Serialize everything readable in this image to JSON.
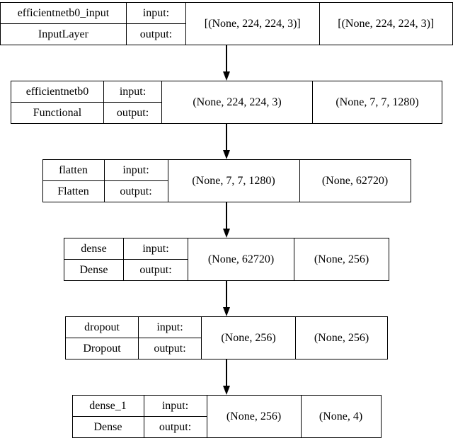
{
  "diagram": {
    "io_labels": {
      "input": "input:",
      "output": "output:"
    },
    "colors": {
      "border": "#000000",
      "background": "#ffffff",
      "text": "#000000"
    },
    "nodes": [
      {
        "name": "efficientnetb0_input",
        "type": "InputLayer",
        "input_shape": "[(None, 224, 224, 3)]",
        "output_shape": "[(None, 224, 224, 3)]"
      },
      {
        "name": "efficientnetb0",
        "type": "Functional",
        "input_shape": "(None, 224, 224, 3)",
        "output_shape": "(None, 7, 7, 1280)"
      },
      {
        "name": "flatten",
        "type": "Flatten",
        "input_shape": "(None, 7, 7, 1280)",
        "output_shape": "(None, 62720)"
      },
      {
        "name": "dense",
        "type": "Dense",
        "input_shape": "(None, 62720)",
        "output_shape": "(None, 256)"
      },
      {
        "name": "dropout",
        "type": "Dropout",
        "input_shape": "(None, 256)",
        "output_shape": "(None, 256)"
      },
      {
        "name": "dense_1",
        "type": "Dense",
        "input_shape": "(None, 256)",
        "output_shape": "(None, 4)"
      }
    ]
  }
}
